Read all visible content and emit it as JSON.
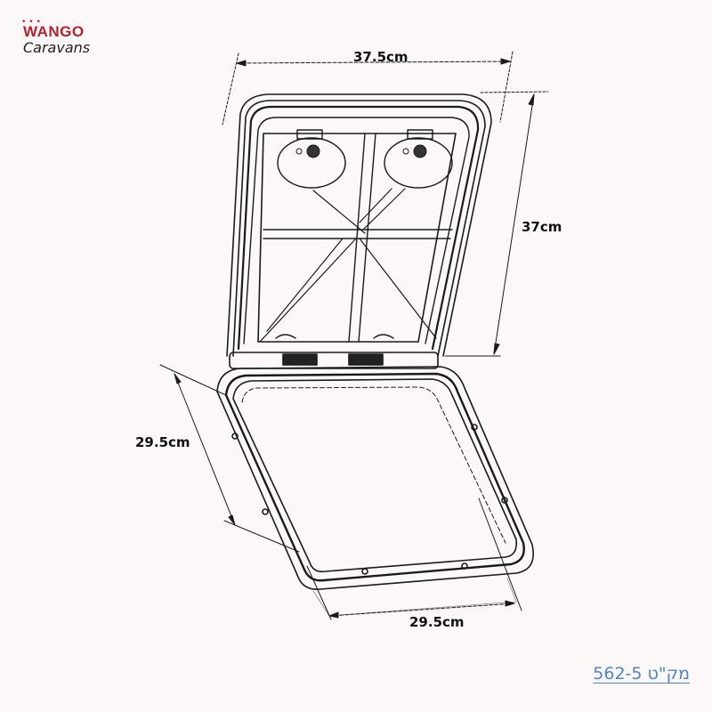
{
  "logo": {
    "line1": "WANGO",
    "line2": "Caravans",
    "brand_color": "#b8202e"
  },
  "diagram": {
    "subject": "hatch-drawing",
    "dimensions": {
      "top_width": "37.5cm",
      "lid_height": "37cm",
      "frame_depth": "29.5cm",
      "frame_width": "29.5cm"
    }
  },
  "sku": {
    "label": "מק\"ט 562-5",
    "color": "#4a86c8"
  }
}
